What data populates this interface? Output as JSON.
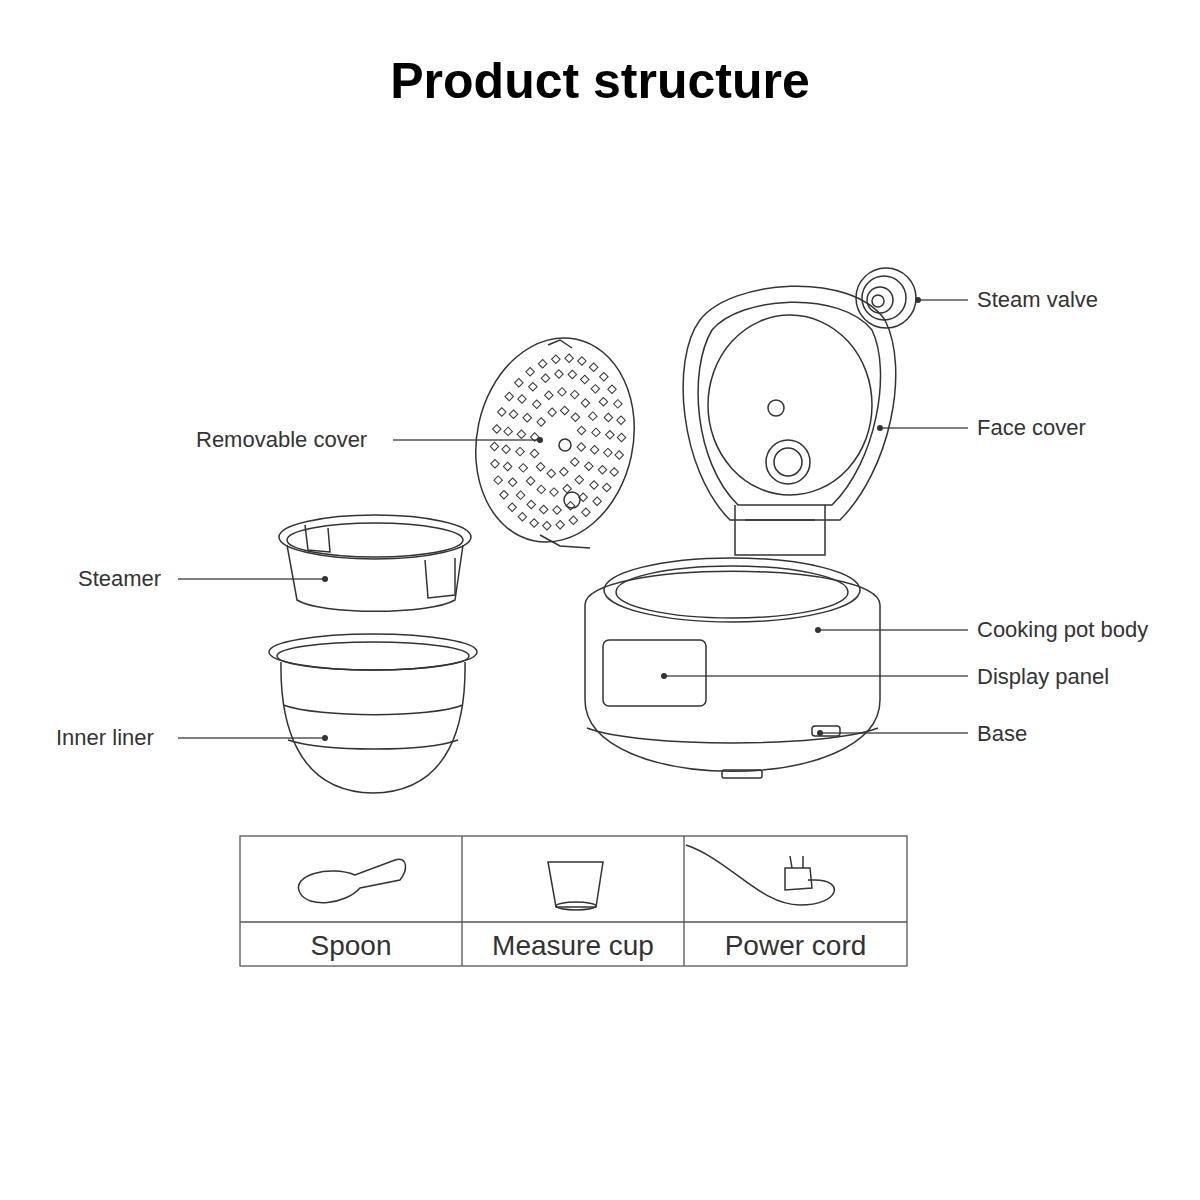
{
  "diagram": {
    "title": "Product structure",
    "labels": [
      "Steam valve",
      "Face cover",
      "Removable cover",
      "Steamer",
      "Cooking pot body",
      "Display panel",
      "Base",
      "Inner liner",
      "Spoon",
      "Measure cup",
      "Power cord"
    ]
  }
}
